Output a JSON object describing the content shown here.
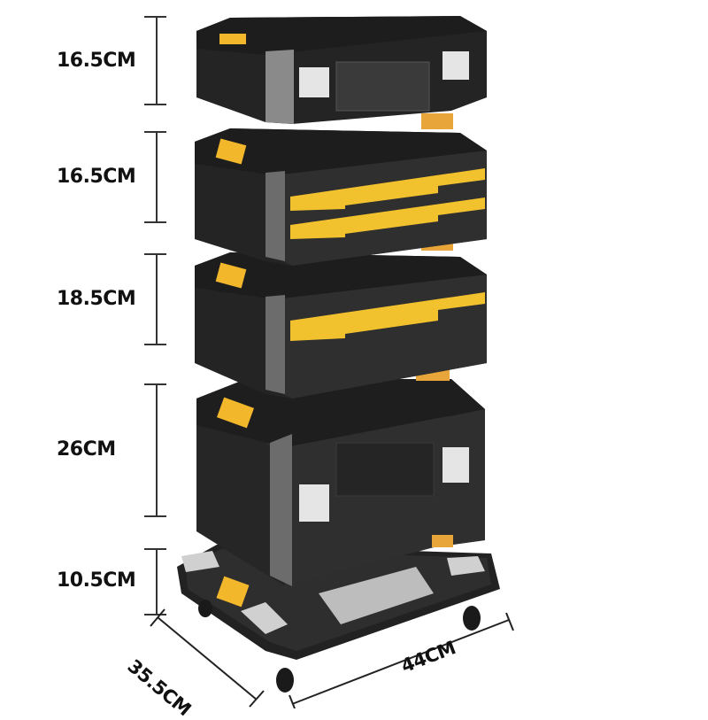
{
  "product": {
    "description": "Stacked modular toolbox system on rolling base",
    "colors": {
      "body": "#2b2b2b",
      "body_dark": "#1c1c1c",
      "accent_gray": "#6e6e6e",
      "latch_silver": "#d9d9d9",
      "drawer_yellow": "#f2c12e",
      "clip_orange": "#e8a53a",
      "clear_lid": "#c8c8c8"
    }
  },
  "dimensions": {
    "heights": [
      {
        "label": "16.5CM",
        "module": "top-case"
      },
      {
        "label": "16.5CM",
        "module": "two-drawer-unit"
      },
      {
        "label": "18.5CM",
        "module": "single-drawer-unit"
      },
      {
        "label": "26CM",
        "module": "deep-case"
      },
      {
        "label": "10.5CM",
        "module": "rolling-base"
      }
    ],
    "depth": "35.5CM",
    "width": "44CM"
  }
}
